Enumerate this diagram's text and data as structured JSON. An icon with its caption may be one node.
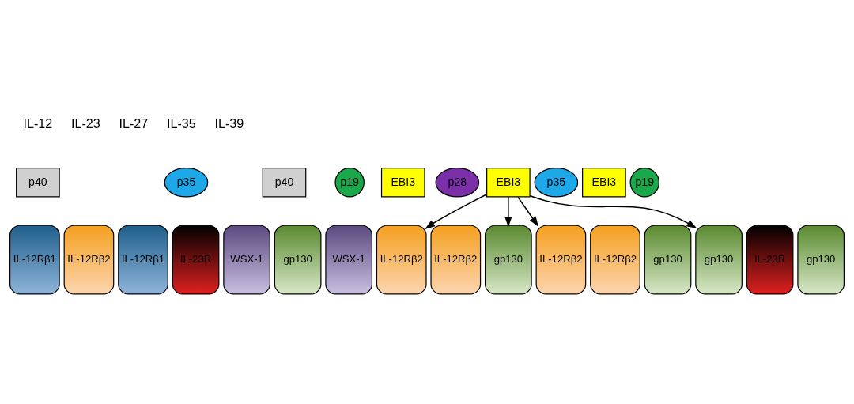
{
  "diagram": {
    "nodes": [
      {
        "text": [
          "p40"
        ]
      },
      {
        "text": [
          "p35"
        ]
      },
      {
        "text": [
          "p40"
        ]
      },
      {
        "text": [
          "p19"
        ]
      },
      {
        "text": [
          "EBI3"
        ]
      },
      {
        "text": [
          "p28"
        ]
      },
      {
        "text": [
          "EBI3"
        ]
      },
      {
        "text": [
          "p35"
        ]
      },
      {
        "text": [
          "EBI3"
        ]
      },
      {
        "text": [
          "p19"
        ]
      },
      {
        "text": [
          "IL-12Rβ1"
        ]
      },
      {
        "text": [
          "IL-12Rβ2"
        ]
      },
      {
        "text": [
          "IL-12Rβ1"
        ]
      },
      {
        "text": [
          "IL-23R"
        ]
      },
      {
        "text": [
          "WSX-1"
        ]
      },
      {
        "text": [
          "gp130"
        ]
      },
      {
        "text": [
          "WSX-1"
        ]
      },
      {
        "text": [
          "IL-12Rβ2"
        ]
      },
      {
        "text": [
          "IL-12Rβ2"
        ]
      },
      {
        "text": [
          "gp130"
        ]
      },
      {
        "text": [
          "IL-12Rβ2"
        ]
      },
      {
        "text": [
          "IL-12Rβ2"
        ]
      },
      {
        "text": [
          "gp130"
        ]
      },
      {
        "text": [
          "gp130"
        ]
      },
      {
        "text": [
          "IL-23R"
        ]
      },
      {
        "text": [
          "gp130"
        ]
      }
    ],
    "edges": [
      {
        "from": 6,
        "to": 17,
        "arrow": "to"
      },
      {
        "from": 6,
        "to": 19,
        "arrow": "to"
      },
      {
        "from": 6,
        "to": 20,
        "arrow": "to"
      },
      {
        "from": 6,
        "to": 23,
        "arrow": "to"
      }
    ],
    "labels": [
      "IL-12",
      "IL-23",
      "IL-27",
      "IL-35",
      "IL-39"
    ]
  }
}
